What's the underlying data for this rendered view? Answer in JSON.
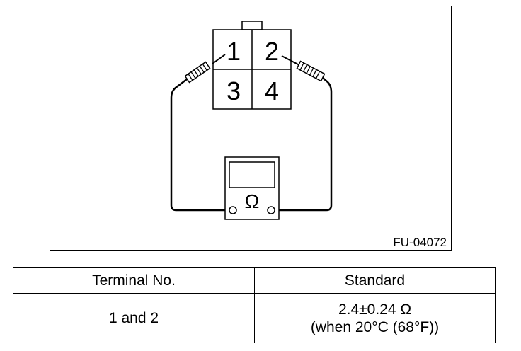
{
  "diagram": {
    "terminals": [
      "1",
      "2",
      "3",
      "4"
    ],
    "meter_symbol": "Ω",
    "figure_code": "FU-04072"
  },
  "table": {
    "headers": [
      "Terminal No.",
      "Standard"
    ],
    "rows": [
      {
        "terminal": "1 and 2",
        "standard_value": "2.4±0.24 Ω",
        "standard_condition": "(when 20°C (68°F))"
      }
    ]
  }
}
